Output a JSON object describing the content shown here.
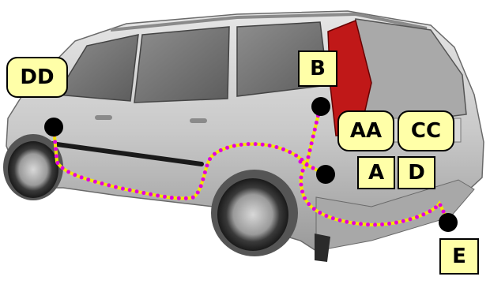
{
  "labels": {
    "dd": "DD",
    "b": "B",
    "aa": "AA",
    "cc": "CC",
    "a": "A",
    "d": "D",
    "e": "E"
  },
  "colors": {
    "label_fill": "#ffffa8",
    "wire_dash_magenta": "#e000e0",
    "wire_dash_yellow": "#f2e600",
    "connector": "#000000",
    "car_body": "#c8c8c8",
    "tail_light": "#c01818"
  }
}
